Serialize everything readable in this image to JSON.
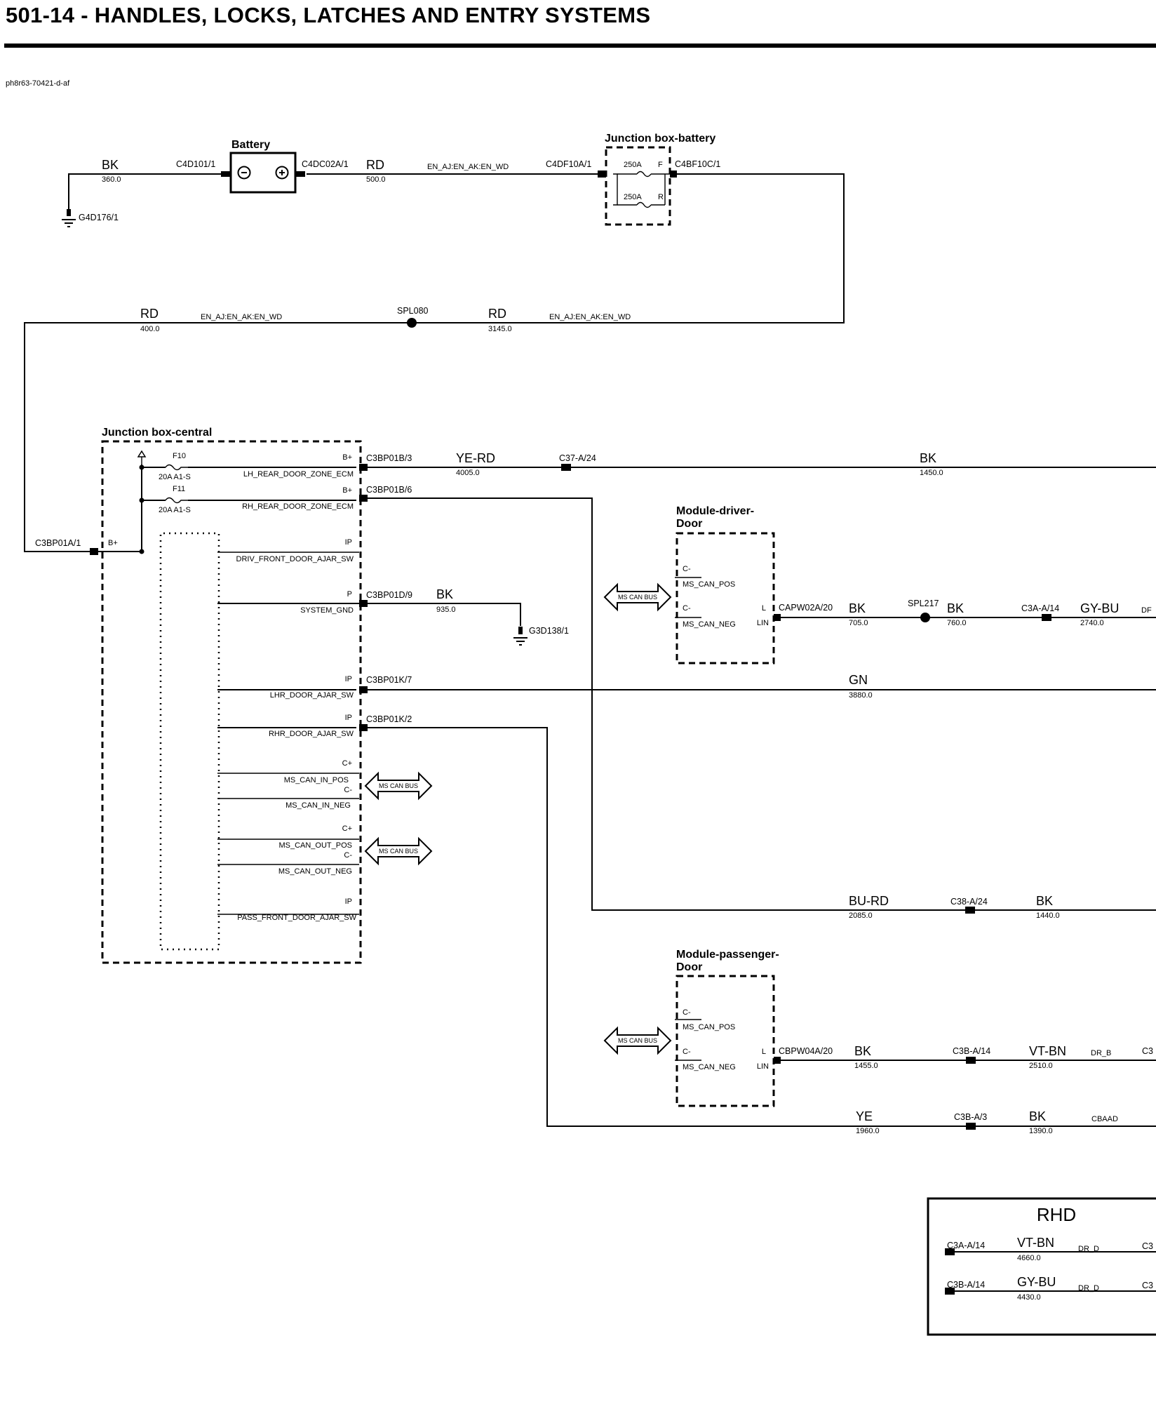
{
  "header": {
    "title": "501-14 - HANDLES, LOCKS, LATCHES AND ENTRY SYSTEMS",
    "diagram_id": "ph8r63-70421-d-af"
  },
  "components": {
    "battery": "Battery",
    "jb_battery": "Junction box-battery",
    "jb_central": "Junction box-central",
    "driver_door_l1": "Module-driver-",
    "driver_door_l2": "Door",
    "pass_door_l1": "Module-passenger-",
    "pass_door_l2": "Door",
    "rhd": "RHD"
  },
  "fuses": {
    "f250_f": "250A",
    "f_label": "F",
    "f250_r": "250A",
    "r_label": "R",
    "f10": "F10",
    "f10_rating": "20A  A1-S",
    "f11": "F11",
    "f11_rating": "20A  A1-S"
  },
  "wires": {
    "bk_360": {
      "color": "BK",
      "len": "360.0"
    },
    "rd_500": {
      "color": "RD",
      "len": "500.0"
    },
    "rd_400": {
      "color": "RD",
      "len": "400.0"
    },
    "rd_3145": {
      "color": "RD",
      "len": "3145.0"
    },
    "yerd": {
      "color": "YE-RD",
      "len": "4005.0"
    },
    "bk_1450": {
      "color": "BK",
      "len": "1450.0"
    },
    "bk_935": {
      "color": "BK",
      "len": "935.0"
    },
    "bk_705": {
      "color": "BK",
      "len": "705.0"
    },
    "bk_760": {
      "color": "BK",
      "len": "760.0"
    },
    "gybu": {
      "color": "GY-BU",
      "len": "2740.0"
    },
    "gn": {
      "color": "GN",
      "len": "3880.0"
    },
    "burd": {
      "color": "BU-RD",
      "len": "2085.0"
    },
    "bk_1440": {
      "color": "BK",
      "len": "1440.0"
    },
    "bk_1455": {
      "color": "BK",
      "len": "1455.0"
    },
    "vtbn": {
      "color": "VT-BN",
      "len": "2510.0"
    },
    "ye": {
      "color": "YE",
      "len": "1960.0"
    },
    "bk_1390": {
      "color": "BK",
      "len": "1390.0"
    },
    "rhd_vtbn": {
      "color": "VT-BN",
      "len": "4660.0"
    },
    "rhd_gybu": {
      "color": "GY-BU",
      "len": "4430.0"
    }
  },
  "harness": {
    "en1": "EN_AJ:EN_AK:EN_WD",
    "en2": "EN_AJ:EN_AK:EN_WD",
    "en3": "EN_AJ:EN_AK:EN_WD",
    "dr1": "DF",
    "dr_b": "DR_B",
    "cbaad": "CBAAD",
    "dr_d1": "DR_D",
    "dr_d2": "DR_D"
  },
  "connectors": {
    "c4d101": "C4D101/1",
    "c4dc02a": "C4DC02A/1",
    "c4df10a": "C4DF10A/1",
    "c4bf10c": "C4BF10C/1",
    "c3bp01a": "C3BP01A/1",
    "c3bp01b3": "C3BP01B/3",
    "c3bp01b6": "C3BP01B/6",
    "c3bp01d9": "C3BP01D/9",
    "c3bp01k7": "C3BP01K/7",
    "c3bp01k2": "C3BP01K/2",
    "c37a24": "C37-A/24",
    "capw02a": "CAPW02A/20",
    "c3aa14": "C3A-A/14",
    "c38a24": "C38-A/24",
    "cbpw04a": "CBPW04A/20",
    "c3ba14": "C3B-A/14",
    "c3ba3": "C3B-A/3",
    "rhd_c3aa14": "C3A-A/14",
    "rhd_c3ba14": "C3B-A/14",
    "edge_c3_1": "C3",
    "edge_c3_2": "C3",
    "edge_c3_3": "C3"
  },
  "grounds": {
    "g4d176": "G4D176/1",
    "g3d138": "G3D138/1"
  },
  "splices": {
    "spl080": "SPL080",
    "spl217": "SPL217"
  },
  "pins": {
    "bplus1": "B+",
    "bplus2": "B+",
    "bplus_in": "B+",
    "lh_rear": "LH_REAR_DOOR_ZONE_ECM",
    "rh_rear": "RH_REAR_DOOR_ZONE_ECM",
    "ip1": "IP",
    "driv_ajar": "DRIV_FRONT_DOOR_AJAR_SW",
    "p1": "P",
    "sys_gnd": "SYSTEM_GND",
    "ip2": "IP",
    "lhr_ajar": "LHR_DOOR_AJAR_SW",
    "ip3": "IP",
    "rhr_ajar": "RHR_DOOR_AJAR_SW",
    "cp1": "C+",
    "can_in_pos": "MS_CAN_IN_POS",
    "cm1": "C-",
    "can_in_neg": "MS_CAN_IN_NEG",
    "cp2": "C+",
    "can_out_pos": "MS_CAN_OUT_POS",
    "cm2": "C-",
    "can_out_neg": "MS_CAN_OUT_NEG",
    "ip4": "IP",
    "pass_ajar": "PASS_FRONT_DOOR_AJAR_SW",
    "d_cm_top": "C-",
    "d_can_pos": "MS_CAN_POS",
    "d_cm": "C-",
    "d_can_neg": "MS_CAN_NEG",
    "d_l": "L",
    "d_lin": "LIN",
    "p_cm_top": "C-",
    "p_can_pos": "MS_CAN_POS",
    "p_cm": "C-",
    "p_can_neg": "MS_CAN_NEG",
    "p_l": "L",
    "p_lin": "LIN"
  },
  "bus": {
    "b1": "MS CAN BUS",
    "b2": "MS CAN BUS",
    "b3": "MS CAN BUS",
    "b4": "MS CAN BUS"
  }
}
